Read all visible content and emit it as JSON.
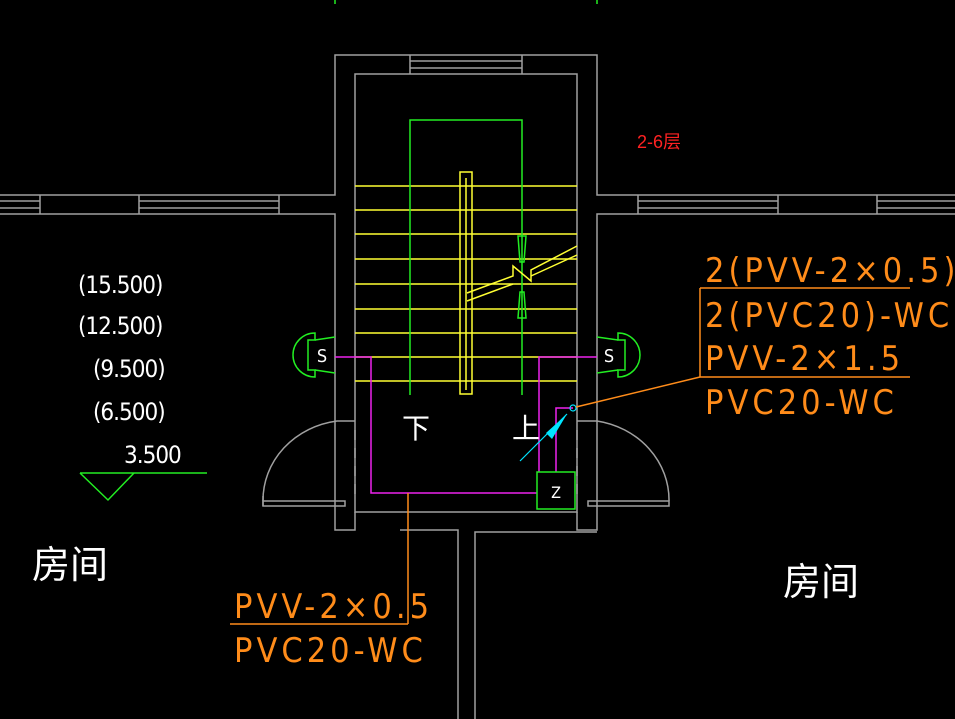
{
  "drawing": {
    "floor_label": "2-6层",
    "colors": {
      "background": "#000000",
      "wall": "#a0a0a0",
      "stair": "#ffff33",
      "handrail_outline": "#22ee22",
      "wiring": "#ee22ee",
      "annotation": "#ff8c1a",
      "floor_label": "#ff2222",
      "arrow": "#00e5ff"
    },
    "elevations": [
      "(15.500)",
      "(12.500)",
      "(9.500)",
      "(6.500)",
      "3.500"
    ],
    "rooms": {
      "left": "房间",
      "right": "房间"
    },
    "stair": {
      "down_label": "下",
      "up_label": "上"
    },
    "devices": {
      "junction_box": "Z",
      "sensor_left": "S",
      "sensor_right": "S"
    },
    "annotation_right": {
      "lines": [
        "2(PVV-2×0.5)",
        "2(PVC20)-WC",
        "PVV-2×1.5",
        "PVC20-WC"
      ]
    },
    "annotation_bottom": {
      "lines": [
        "PVV-2×0.5",
        "PVC20-WC"
      ]
    }
  }
}
